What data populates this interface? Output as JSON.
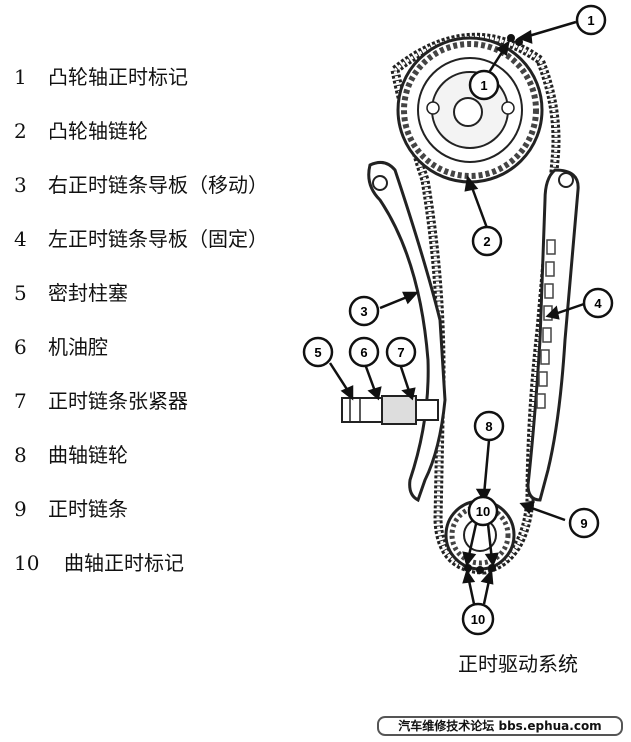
{
  "legend": [
    {
      "num": "1",
      "text": "凸轮轴正时标记"
    },
    {
      "num": "2",
      "text": "凸轮轴链轮"
    },
    {
      "num": "3",
      "text": "右正时链条导板（移动）"
    },
    {
      "num": "4",
      "text": "左正时链条导板（固定）"
    },
    {
      "num": "5",
      "text": "密封柱塞"
    },
    {
      "num": "6",
      "text": "机油腔"
    },
    {
      "num": "7",
      "text": "正时链条张紧器"
    },
    {
      "num": "8",
      "text": "曲轴链轮"
    },
    {
      "num": "9",
      "text": "正时链条"
    },
    {
      "num": "10",
      "text": "曲轴正时标记"
    }
  ],
  "callouts": [
    "1",
    "1",
    "2",
    "3",
    "4",
    "5",
    "6",
    "7",
    "8",
    "9",
    "10",
    "10"
  ],
  "caption": "正时驱动系统",
  "footer": "汽车维修技术论坛 bbs.ephua.com"
}
